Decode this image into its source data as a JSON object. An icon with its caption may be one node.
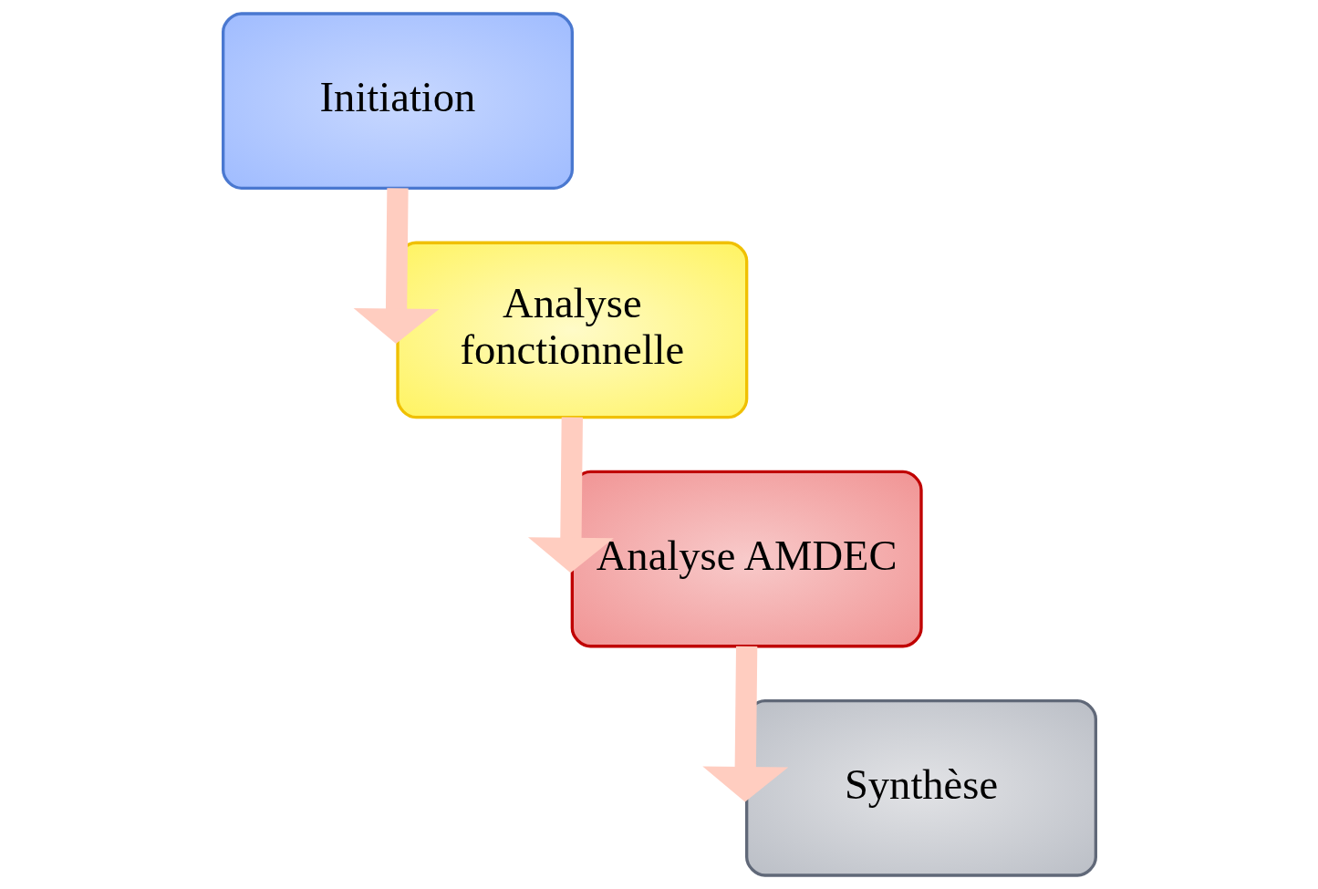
{
  "diagram": {
    "nodes": [
      {
        "text": [
          "Initiation"
        ]
      },
      {
        "text": [
          "Analyse fonctionnelle"
        ]
      },
      {
        "text": [
          "Analyse AMDEC"
        ]
      },
      {
        "text": [
          "Synthèse"
        ]
      }
    ],
    "edges": [
      {
        "from": 0,
        "to": 1,
        "arrow": "to"
      },
      {
        "from": 1,
        "to": 2,
        "arrow": "to"
      },
      {
        "from": 2,
        "to": 3,
        "arrow": "to"
      }
    ]
  }
}
